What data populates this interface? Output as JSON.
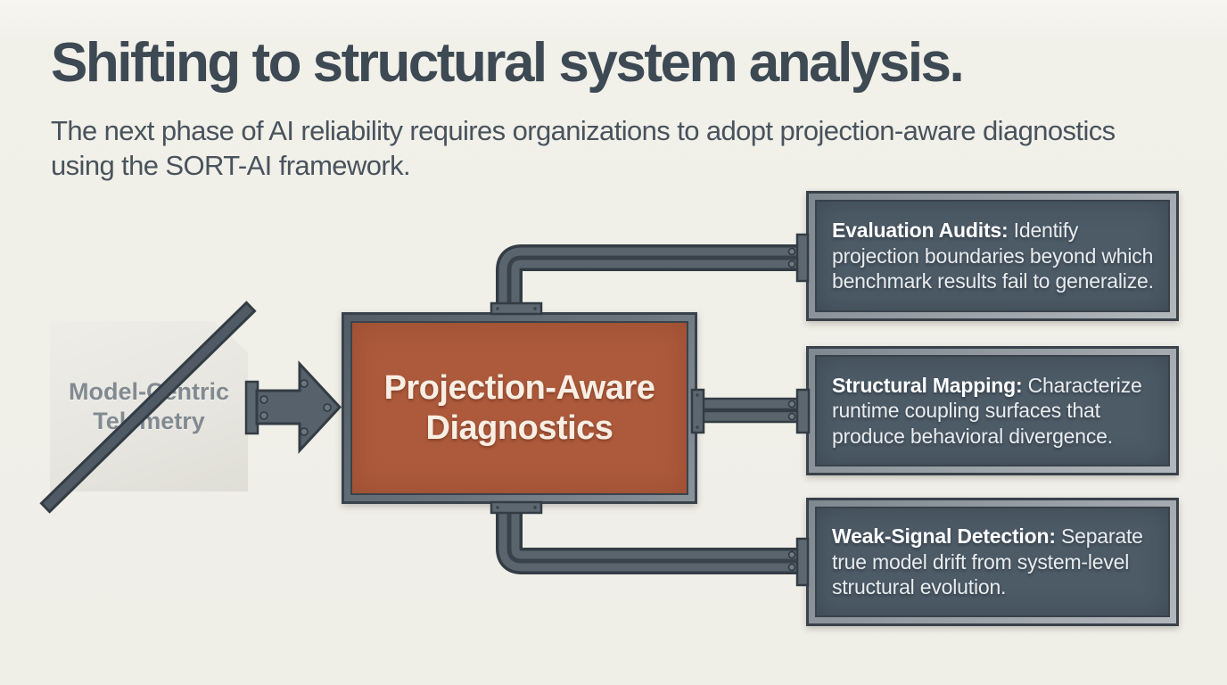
{
  "page": {
    "title": "Shifting to structural system analysis.",
    "subtitle": "The next phase of AI reliability requires organizations to adopt projection-aware diagnostics using the SORT-AI framework."
  },
  "colors": {
    "background": "#f1f0e9",
    "heading_text": "#3d4953",
    "metal_fill": "#5a646d",
    "metal_outline": "#333c44",
    "hub_fill": "#ad5a3c",
    "hub_text": "#f8eee3",
    "output_panel_fill": "#4d5b67",
    "output_text": "#e9ecee",
    "source_paper_fill": "#e8e7e1",
    "source_text": "#828a91"
  },
  "diagram": {
    "source_box": {
      "lines": [
        "Model-Centric",
        "Telemetry"
      ],
      "crossed_out": true
    },
    "hub_box": {
      "lines": [
        "Projection-Aware",
        "Diagnostics"
      ]
    },
    "output_boxes": [
      {
        "lead": "Evaluation Audits:",
        "body": "Identify projection boundaries beyond which benchmark results fail to generalize."
      },
      {
        "lead": "Structural Mapping:",
        "body": "Characterize runtime coupling surfaces that produce behavioral divergence."
      },
      {
        "lead": "Weak-Signal Detection:",
        "body": "Separate true model drift from system-level structural evolution."
      }
    ]
  }
}
